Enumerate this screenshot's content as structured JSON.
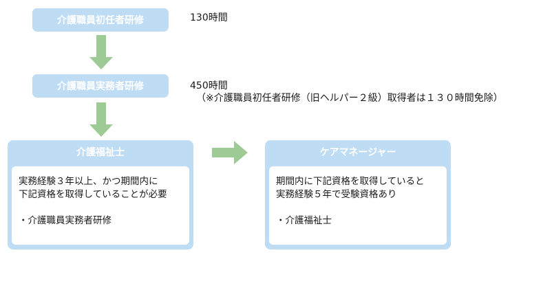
{
  "colors": {
    "box": "#bfdcf5",
    "arrow": "#9ecb95",
    "text": "#1a1a1a"
  },
  "steps": [
    {
      "label": "介護職員初任者研修",
      "note_lines": [
        "130時間"
      ]
    },
    {
      "label": "介護職員実務者研修",
      "note_lines": [
        "450時間",
        "（※介護職員初任者研修（旧ヘルパー２級）取得者は１３０時間免除）"
      ]
    }
  ],
  "care_worker": {
    "title": "介護福祉士",
    "body_lines": [
      "実務経験３年以上、かつ期間内に",
      "下記資格を取得していることが必要"
    ],
    "requirement": "・介護職員実務者研修"
  },
  "care_manager": {
    "title": "ケアマネージャー",
    "body_lines": [
      "期間内に下記資格を取得していると",
      "実務経験５年で受験資格あり"
    ],
    "requirement": "・介護福祉士"
  },
  "arrows": [
    "arrow-down",
    "arrow-down",
    "arrow-right"
  ]
}
